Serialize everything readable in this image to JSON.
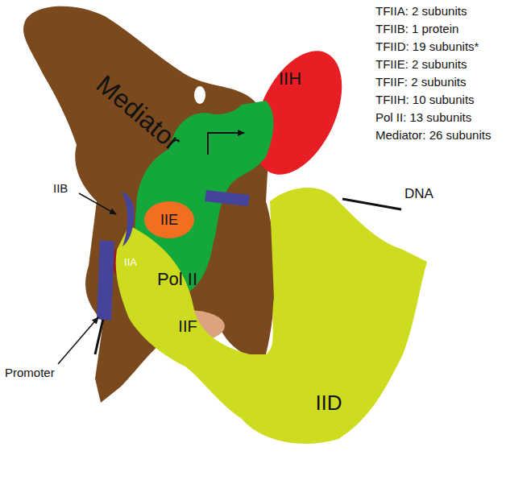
{
  "diagram": {
    "nodes": [
      {
        "text": [
          "Mediator"
        ]
      },
      {
        "text": [
          "IIH"
        ]
      },
      {
        "text": [
          "Pol II"
        ]
      },
      {
        "text": [
          "IIE"
        ],
        "in": 2
      },
      {
        "text": [
          "IIA"
        ]
      },
      {
        "text": [
          "IIF"
        ]
      },
      {
        "text": [
          "IID"
        ]
      }
    ],
    "labels": [
      "TFIIA: 2 subunits",
      "TFIIB: 1 protein",
      "TFIID: 19 subunits*",
      "TFIIE:  2 subunits",
      "TFIIF: 2 subunits",
      "TFIIH: 10 subunits",
      "Pol II: 13 subunits",
      "Mediator: 26 subunits",
      "IIB",
      "DNA",
      "Promoter"
    ]
  }
}
